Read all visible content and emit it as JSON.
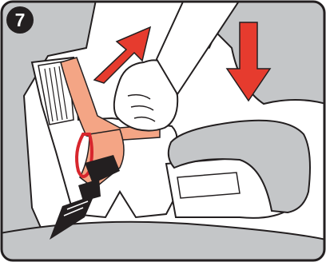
{
  "step": {
    "number": "7"
  },
  "illustration": {
    "colors": {
      "seat_gray": "#c4c6c8",
      "seat_dark": "#a7a9ac",
      "outline": "#231f20",
      "belt_salmon": "#f4a585",
      "belt_dark": "#e28a6c",
      "arrow_red": "#e63b2e",
      "clip_red": "#d7262d",
      "buckle_black": "#231f20",
      "white": "#ffffff"
    },
    "elements": [
      "vehicle-seat",
      "booster-seat",
      "booster-seat-cushion",
      "seat-belt",
      "belt-buckle",
      "red-clip",
      "hand",
      "push-arrow-up-icon",
      "push-arrow-down-icon"
    ]
  }
}
